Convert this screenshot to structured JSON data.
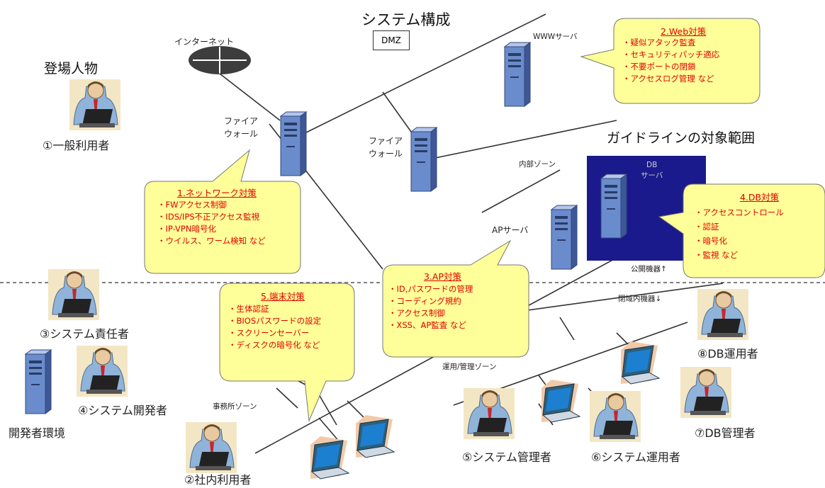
{
  "title": "システム構成",
  "cast_heading": "登場人物",
  "scope_heading": "ガイドラインの対象範囲",
  "dmz_label": "DMZ",
  "network_labels": {
    "internet": "インターネット",
    "firewall1": "ファイア\nウォール",
    "firewall2": "ファイア\nウォール",
    "www_server": "WWWサーバ",
    "internal_zone": "内部ゾーン",
    "db_server": "DB\nサーバ",
    "ap_server": "APサーバ",
    "public_equipment": "公開機器↑",
    "private_equipment": "閉域内機器↓",
    "ops_zone": "運用/管理ゾーン",
    "office_zone": "事務所ゾーン",
    "dev_env": "開発者環境"
  },
  "people": {
    "p1": "①一般利用者",
    "p2": "②社内利用者",
    "p3": "③システム責任者",
    "p4": "④システム開発者",
    "p5": "⑤システム管理者",
    "p6": "⑥システム運用者",
    "p7": "⑦DB管理者",
    "p8": "⑧DB運用者"
  },
  "bubbles": {
    "network": {
      "title": "1.ネットワーク対策",
      "items": [
        "FWアクセス制御",
        "IDS/IPS不正アクセス監視",
        "IP-VPN暗号化",
        "ウイルス、ワーム検知 など"
      ]
    },
    "web": {
      "title": "2.Web対策",
      "items": [
        "疑似アタック監査",
        "セキュリティパッチ適応",
        "不要ポートの閉鎖",
        "アクセスログ管理 など"
      ]
    },
    "ap": {
      "title": "3.AP対策",
      "items": [
        "ID,パスワードの管理",
        "コーディング規約",
        "アクセス制御",
        "XSS、AP監査 など"
      ]
    },
    "db": {
      "title": "4.DB対策",
      "items": [
        "アクセスコントロール",
        "認証",
        "暗号化",
        "監視 など"
      ]
    },
    "terminal": {
      "title": "5.端末対策",
      "items": [
        "生体認証",
        "BIOSパスワードの設定",
        "スクリーンセーバー",
        "ディスクの暗号化 など"
      ]
    }
  },
  "colors": {
    "bubble_fill": "#ffff99",
    "bubble_text": "#e00000",
    "scope_box": "#1a1a8c",
    "server_body": "#6a8ccc",
    "laptop_body": "#2e5f7a"
  }
}
